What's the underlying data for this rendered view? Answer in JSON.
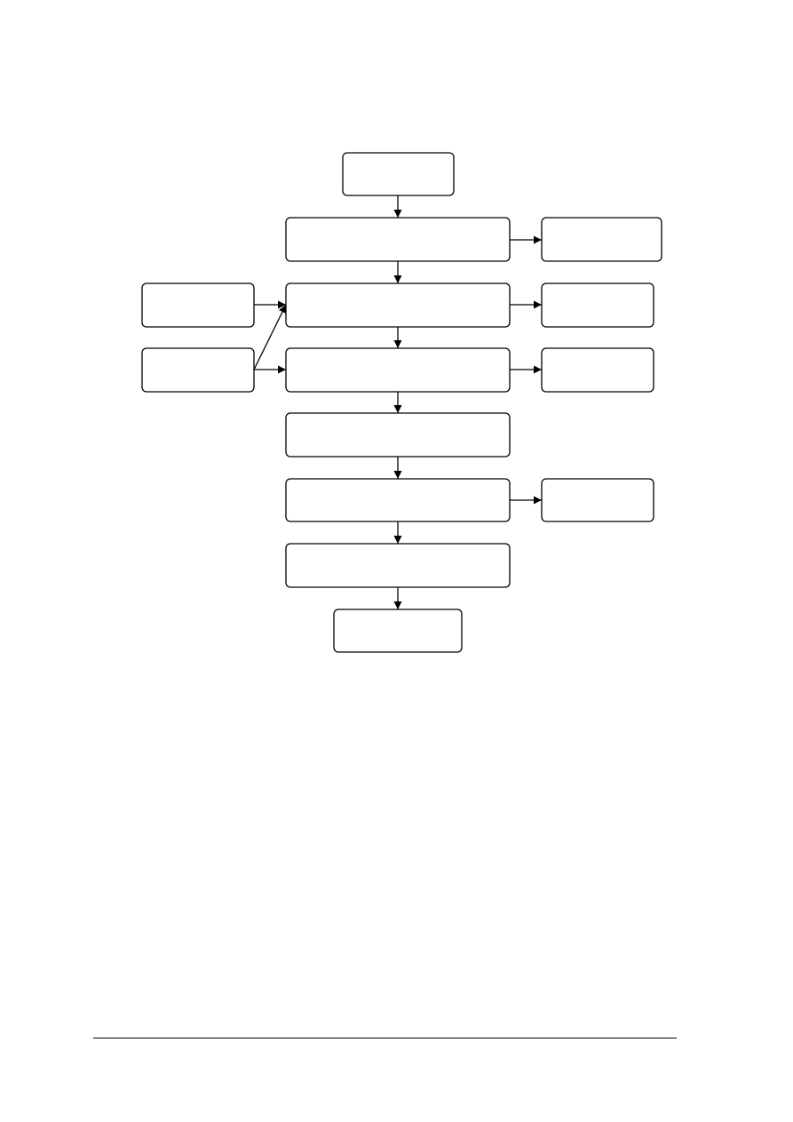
{
  "diagram": {
    "nodes": [
      {
        "id": "start",
        "label": ""
      },
      {
        "id": "step-1",
        "label": ""
      },
      {
        "id": "step-2",
        "label": ""
      },
      {
        "id": "step-3",
        "label": ""
      },
      {
        "id": "step-4",
        "label": ""
      },
      {
        "id": "step-5",
        "label": ""
      },
      {
        "id": "step-6",
        "label": ""
      },
      {
        "id": "end",
        "label": ""
      },
      {
        "id": "side-right-1",
        "label": ""
      },
      {
        "id": "side-right-2",
        "label": ""
      },
      {
        "id": "side-right-3",
        "label": ""
      },
      {
        "id": "side-right-5",
        "label": ""
      },
      {
        "id": "input-left-1",
        "label": ""
      },
      {
        "id": "input-left-2",
        "label": ""
      }
    ],
    "edges": [
      {
        "from": "start",
        "to": "step-1"
      },
      {
        "from": "step-1",
        "to": "step-2"
      },
      {
        "from": "step-2",
        "to": "step-3"
      },
      {
        "from": "step-3",
        "to": "step-4"
      },
      {
        "from": "step-4",
        "to": "step-5"
      },
      {
        "from": "step-5",
        "to": "step-6"
      },
      {
        "from": "step-6",
        "to": "end"
      },
      {
        "from": "step-1",
        "to": "side-right-1"
      },
      {
        "from": "step-2",
        "to": "side-right-2"
      },
      {
        "from": "step-3",
        "to": "side-right-3"
      },
      {
        "from": "step-5",
        "to": "side-right-5"
      },
      {
        "from": "input-left-1",
        "to": "step-2"
      },
      {
        "from": "input-left-2",
        "to": "step-2"
      },
      {
        "from": "input-left-2",
        "to": "step-3"
      }
    ]
  }
}
